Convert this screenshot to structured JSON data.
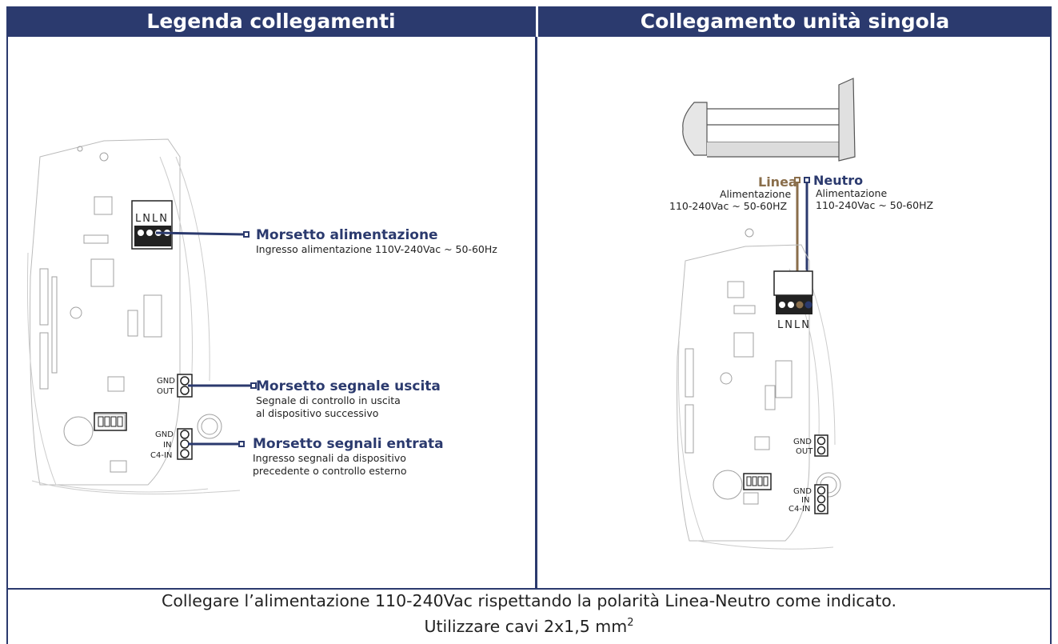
{
  "headers": {
    "left": "Legenda collegamenti",
    "right": "Collegamento unità singola"
  },
  "legend": {
    "alimentazione": {
      "title": "Morsetto alimentazione",
      "desc": "Ingresso alimentazione 110V-240Vac ~ 50-60Hz"
    },
    "uscita": {
      "title": "Morsetto segnale uscita",
      "desc1": "Segnale di controllo in uscita",
      "desc2": "al dispositivo successivo"
    },
    "entrata": {
      "title": "Morsetto segnali entrata",
      "desc1": "Ingresso segnali da dispositivo",
      "desc2": "precedente o controllo esterno"
    },
    "terminal_letters": "LNLN",
    "gnd": "GND",
    "out": "OUT",
    "in": "IN",
    "c4in": "C4-IN"
  },
  "wiring": {
    "linea": {
      "title": "Linea",
      "desc1": "Alimentazione",
      "desc2": "110-240Vac ~ 50-60HZ"
    },
    "neutro": {
      "title": "Neutro",
      "desc1": "Alimentazione",
      "desc2": "110-240Vac ~ 50-60HZ"
    },
    "terminal_letters": "LNLN"
  },
  "footer": {
    "line1": "Collegare l’alimentazione 110-240Vac rispettando la polarità Linea-Neutro come indicato.",
    "line2": "Utilizzare cavi 2x1,5 mm",
    "line2_sup": "2"
  },
  "colors": {
    "navy": "#2b3a6e",
    "brown": "#8a6e4b",
    "pcb_line": "#9a9a9a"
  }
}
